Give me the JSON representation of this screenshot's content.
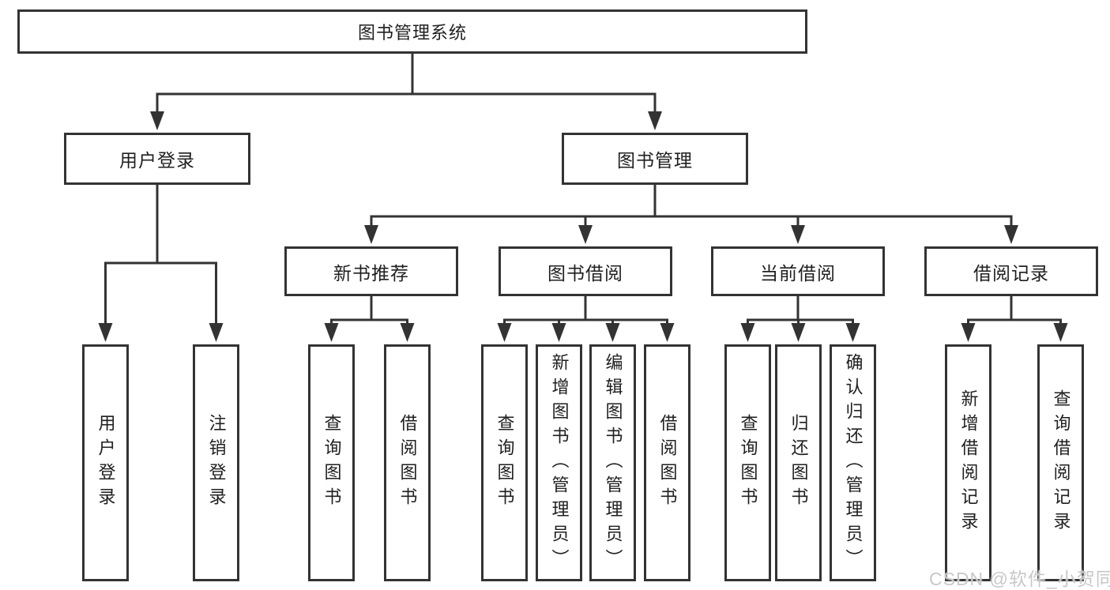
{
  "diagram": {
    "title": "图书管理系统",
    "user_login": {
      "label": "用户登录",
      "children": [
        "用户登录",
        "注销登录"
      ]
    },
    "book_mgmt": {
      "label": "图书管理",
      "groups": [
        {
          "label": "新书推荐",
          "children": [
            "查询图书",
            "借阅图书"
          ]
        },
        {
          "label": "图书借阅",
          "children": [
            "查询图书",
            "新增图书（管理员）",
            "编辑图书（管理员）",
            "借阅图书"
          ]
        },
        {
          "label": "当前借阅",
          "children": [
            "查询图书",
            "归还图书",
            "确认归还（管理员）"
          ]
        },
        {
          "label": "借阅记录",
          "children": [
            "新增借阅记录",
            "查询借阅记录"
          ]
        }
      ]
    }
  },
  "watermark": {
    "text": "CSDN @软件_小贺同学"
  },
  "colors": {
    "line": "#333333",
    "node_border": "#333333",
    "node_text": "#1f1f1f",
    "background": "#ffffff",
    "watermark": "#c8c8c8"
  }
}
